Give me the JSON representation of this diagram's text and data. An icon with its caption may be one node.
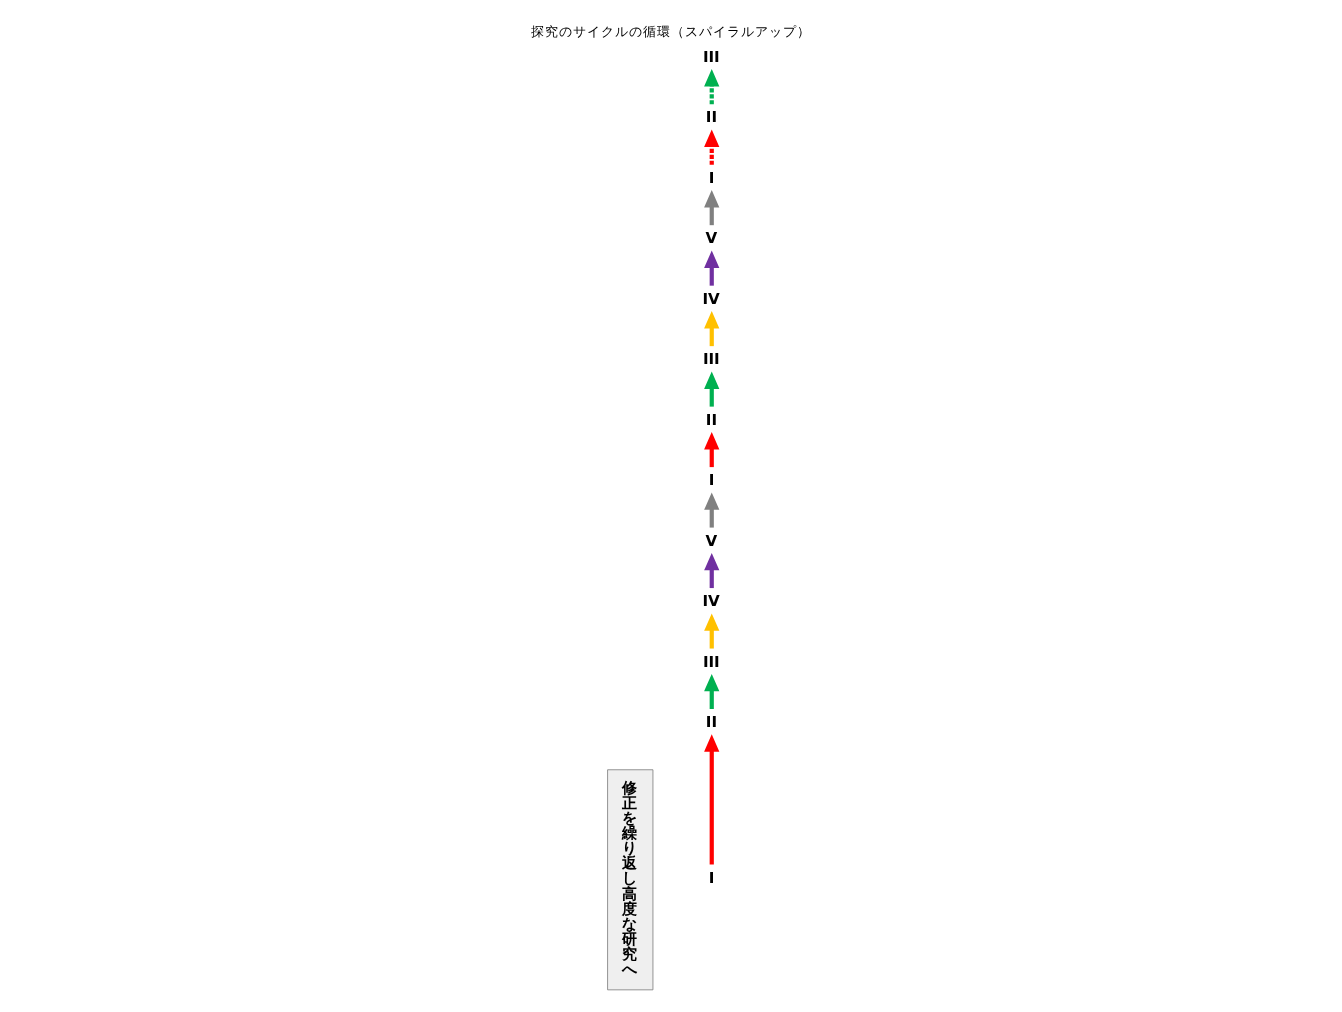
{
  "diagram": {
    "title": "探究のサイクルの循環（スパイラルアップ）",
    "nodes": [
      {
        "text": [
          "修正を繰り返し高度な研究へ"
        ]
      },
      {
        "text": [
          "II"
        ]
      },
      {
        "text": [
          "III"
        ]
      },
      {
        "text": [
          "I"
        ]
      },
      {
        "text": [
          "II"
        ]
      },
      {
        "text": [
          "III"
        ]
      },
      {
        "text": [
          "V"
        ]
      },
      {
        "text": [
          "IV"
        ]
      },
      {
        "text": [
          "I"
        ]
      },
      {
        "text": [
          "III"
        ]
      },
      {
        "text": [
          "IV"
        ]
      },
      {
        "text": [
          "V"
        ]
      },
      {
        "text": [
          "II"
        ]
      },
      {
        "text": [
          "I"
        ]
      }
    ],
    "edges": [
      {
        "from": 3,
        "to": 1,
        "arrow": "to",
        "style": "dashed",
        "color": "#ff0000"
      },
      {
        "from": 1,
        "to": 2,
        "arrow": "to",
        "style": "dashed",
        "color": "#00b050"
      },
      {
        "from": 8,
        "to": 4,
        "arrow": "to",
        "color": "#ff0000"
      },
      {
        "from": 4,
        "to": 5,
        "arrow": "to",
        "color": "#00b050"
      },
      {
        "from": 5,
        "to": 7,
        "arrow": "to",
        "color": "#ffc000"
      },
      {
        "from": 7,
        "to": 6,
        "arrow": "to",
        "color": "#7030a0"
      },
      {
        "from": 6,
        "to": 3,
        "arrow": "to",
        "color": "#808080"
      },
      {
        "from": 13,
        "to": 12,
        "arrow": "to",
        "color": "#ff0000"
      },
      {
        "from": 12,
        "to": 9,
        "arrow": "to",
        "color": "#00b050"
      },
      {
        "from": 9,
        "to": 10,
        "arrow": "to",
        "color": "#ffc000"
      },
      {
        "from": 10,
        "to": 11,
        "arrow": "to",
        "color": "#7030a0"
      },
      {
        "from": 11,
        "to": 8,
        "arrow": "to",
        "color": "#808080"
      }
    ]
  }
}
